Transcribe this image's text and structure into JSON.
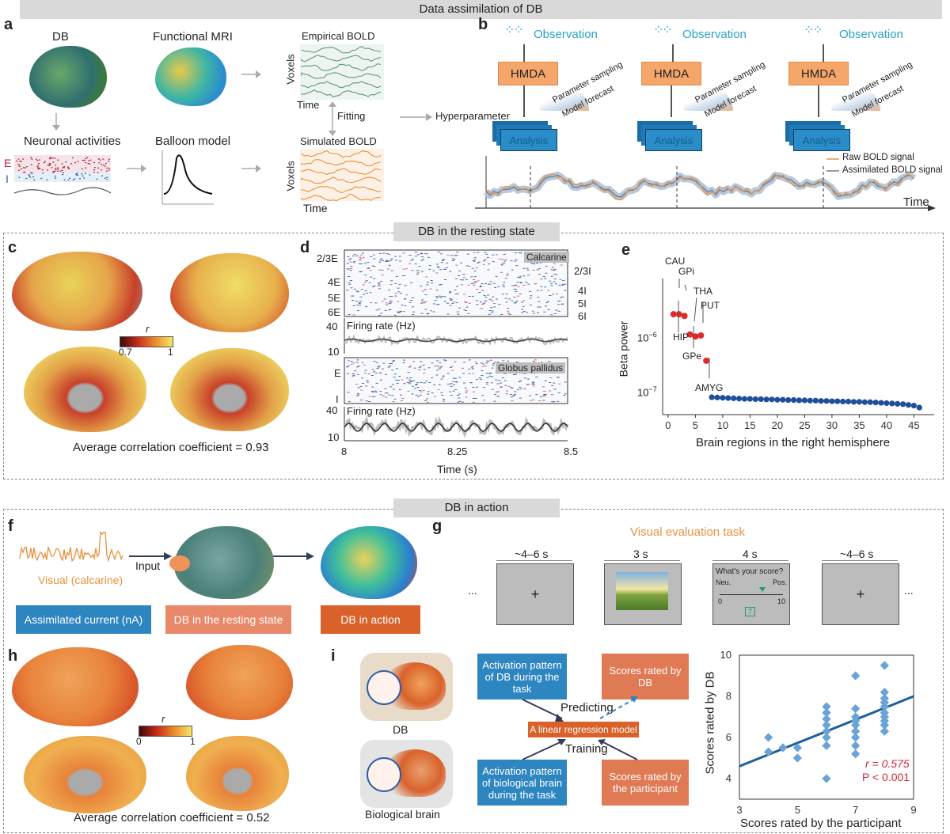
{
  "sections": {
    "top": "Data assimilation of DB",
    "resting": "DB in the resting state",
    "action": "DB in action"
  },
  "panel_a": {
    "letter": "a",
    "db": "DB",
    "fmri": "Functional MRI",
    "neuronal": "Neuronal activities",
    "balloon": "Balloon model",
    "empirical": "Empirical BOLD",
    "simulated": "Simulated BOLD",
    "voxels": "Voxels",
    "time": "Time",
    "fitting": "Fitting",
    "hyper": "Hyperparameter",
    "e": "E",
    "i": "I"
  },
  "panel_b": {
    "letter": "b",
    "observation": "Observation",
    "hmda": "HMDA",
    "analysis": "Analysis",
    "param": "Parameter sampling",
    "forecast": "Model forecast",
    "raw": "Raw BOLD signal",
    "assim": "Assimilated BOLD signal",
    "time": "Time"
  },
  "panel_c": {
    "letter": "c",
    "r": "r",
    "min": "0.7",
    "max": "1",
    "caption": "Average correlation coefficient = 0.93"
  },
  "panel_d": {
    "letter": "d",
    "calcarine": "Calcarine",
    "globus": "Globus pallidus",
    "left_labels": [
      "2/3E",
      "4E",
      "5E",
      "6E"
    ],
    "right_labels": [
      "2/3I",
      "4I",
      "5I",
      "6I"
    ],
    "firing": "Firing rate (Hz)",
    "fr_top": "40",
    "fr_bot": "10",
    "e": "E",
    "i": "I",
    "xticks": [
      "8",
      "8.25",
      "8.5"
    ],
    "xlabel": "Time (s)"
  },
  "panel_e": {
    "letter": "e",
    "ylabel": "Beta power",
    "xlabel": "Brain regions in the right hemisphere",
    "yt1": "10",
    "yt1e": "−6",
    "yt2": "10",
    "yt2e": "−7",
    "annotations": [
      "CAU",
      "GPi",
      "THA",
      "PUT",
      "HIP",
      "GPe",
      "AMYG"
    ]
  },
  "panel_f": {
    "letter": "f",
    "visual": "Visual (calcarine)",
    "input": "Input",
    "box1": "Assimilated current (nA)",
    "box2": "DB in the resting state",
    "box3": "DB in action"
  },
  "panel_g": {
    "letter": "g",
    "task": "Visual evaluation task",
    "d1": "~4–6 s",
    "d2": "3 s",
    "d3": "4 s",
    "d4": "~4–6 s",
    "plus": "+",
    "ellipsis": "...",
    "question": "What's your score?",
    "neu": "Neu.",
    "pos": "Pos.",
    "s0": "0",
    "s10": "10",
    "s7": "7"
  },
  "panel_h": {
    "letter": "h",
    "r": "r",
    "min": "0",
    "max": "1",
    "caption": "Average correlation coefficient = 0.52"
  },
  "panel_i": {
    "letter": "i",
    "db": "DB",
    "bio": "Biological brain",
    "act_db": "Activation pattern of DB during the task",
    "act_bio": "Activation pattern of biological brain during the task",
    "scores_db": "Scores rated by DB",
    "scores_part": "Scores rated by the participant",
    "model": "A linear regression model",
    "predicting": "Predicting",
    "training": "Training",
    "xlabel": "Scores rated by the participant",
    "ylabel": "Scores rated by DB",
    "r": "r = 0.575",
    "p": "P < 0.001"
  },
  "colors": {
    "orange": "#e8923c",
    "hmda": "#f5a66b",
    "analysis": "#2a8dc8",
    "blue_box": "#2e86c1",
    "salmon": "#e8896a",
    "rust": "#d9622b",
    "dot_red": "#e02a2a",
    "dot_blue": "#1f4e9a",
    "scatter": "#6aa3d8",
    "obs": "#2aa3c8"
  },
  "chart_data": [
    {
      "type": "scatter",
      "title": "",
      "xlabel": "Brain regions in the right hemisphere",
      "ylabel": "Beta power",
      "xlim": [
        0,
        46
      ],
      "ylog": true,
      "series": [
        {
          "name": "",
          "x": [
            1,
            2,
            3,
            4,
            5,
            6,
            7
          ],
          "y": [
            2.9e-06,
            2.9e-06,
            2.7e-06,
            1.25e-06,
            1.15e-06,
            1.2e-06,
            4.2e-07
          ]
        },
        {
          "name": "",
          "x": [
            8,
            9,
            10,
            11,
            12,
            13,
            14,
            15,
            16,
            17,
            18,
            19,
            20,
            21,
            22,
            23,
            24,
            25,
            26,
            27,
            28,
            29,
            30,
            31,
            32,
            33,
            34,
            35,
            36,
            37,
            38,
            39,
            40,
            41,
            42,
            43,
            44,
            45,
            46
          ],
          "y": [
            9.2e-08,
            9.1e-08,
            9e-08,
            8.9e-08,
            8.8e-08,
            8.7e-08,
            8.6e-08,
            8.6e-08,
            8.5e-08,
            8.5e-08,
            8.4e-08,
            8.4e-08,
            8.3e-08,
            8.3e-08,
            8.2e-08,
            8.2e-08,
            8.1e-08,
            8.1e-08,
            8e-08,
            8e-08,
            7.9e-08,
            7.9e-08,
            7.8e-08,
            7.8e-08,
            7.7e-08,
            7.7e-08,
            7.6e-08,
            7.6e-08,
            7.5e-08,
            7.5e-08,
            7.4e-08,
            7.3e-08,
            7.2e-08,
            7.1e-08,
            7e-08,
            6.9e-08,
            6.7e-08,
            6.5e-08,
            6e-08
          ]
        }
      ]
    },
    {
      "type": "scatter",
      "title": "",
      "xlabel": "Scores rated by the participant",
      "ylabel": "Scores rated by DB",
      "xlim": [
        3,
        9
      ],
      "ylim": [
        3,
        10
      ],
      "xticks": [
        3,
        5,
        7,
        9
      ],
      "yticks": [
        4,
        6,
        8,
        10
      ],
      "x": [
        4,
        4,
        4.5,
        5,
        5,
        6,
        6,
        6,
        6,
        6,
        6,
        6,
        6,
        7,
        7,
        7,
        7,
        7,
        7,
        7,
        7,
        7,
        8,
        8,
        8,
        8,
        8,
        8,
        8,
        8,
        8,
        8
      ],
      "y": [
        6,
        5.3,
        5.5,
        5.5,
        5,
        7.5,
        7.2,
        6.9,
        6.6,
        6.3,
        6,
        5.6,
        4,
        9,
        7.4,
        7,
        6.8,
        6.6,
        6.3,
        6,
        5.6,
        5.2,
        9.5,
        8.2,
        7.9,
        7.7,
        7.5,
        7.2,
        7,
        6.8,
        6.6,
        6.3
      ],
      "fit": {
        "x": [
          3,
          9
        ],
        "y": [
          4.6,
          8
        ]
      }
    }
  ]
}
